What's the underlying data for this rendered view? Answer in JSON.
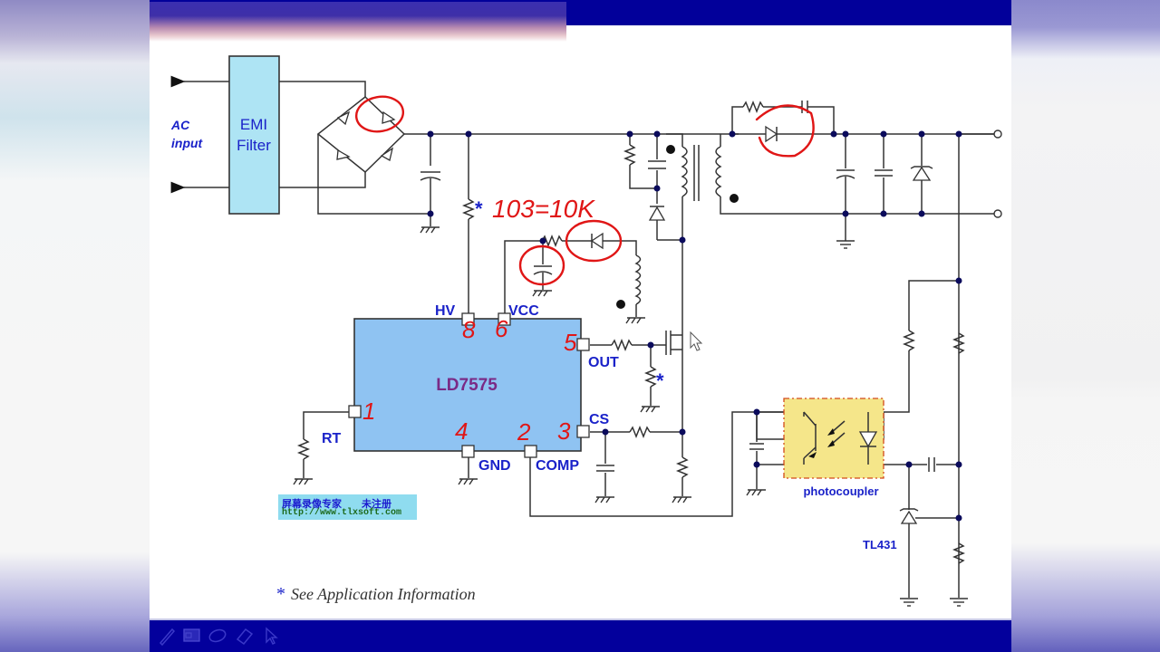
{
  "slide": {
    "colors": {
      "title_bar": "#02009a",
      "ic_fill": "#8fc3f2",
      "emi_fill": "#aee4f4",
      "photocoupler_fill": "#f5e68a",
      "wire": "#333333",
      "node": "#0b0b5c",
      "label_blue": "#1a22c9",
      "annotation_red": "#e01616",
      "ic_label": "#7a2a86"
    },
    "labels": {
      "ac_input_1": "AC",
      "ac_input_2": "input",
      "emi_filter_1": "EMI",
      "emi_filter_2": "Filter",
      "ic_name": "LD7575",
      "pin_hv": "HV",
      "pin_vcc": "VCC",
      "pin_out": "OUT",
      "pin_cs": "CS",
      "pin_rt": "RT",
      "pin_gnd": "GND",
      "pin_comp": "COMP",
      "photocoupler": "photocoupler",
      "tl431": "TL431",
      "asterisk": "*"
    },
    "handwritten": {
      "pin1": "1",
      "pin2": "2",
      "pin3": "3",
      "pin4": "4",
      "pin5": "5",
      "pin6": "6",
      "pin8": "8",
      "resistor_note": "103=10K"
    },
    "footnote": {
      "star": "*",
      "text": "See Application Information"
    },
    "watermark": {
      "line1_left": "屏幕录像专家",
      "line1_right": "未注册",
      "line2": "http://www.tlxsoft.com"
    }
  },
  "toolbar": {
    "tools": [
      {
        "name": "pen-tool",
        "icon": "pen-icon"
      },
      {
        "name": "screen-tool",
        "icon": "screen-icon"
      },
      {
        "name": "lasso-tool",
        "icon": "lasso-icon"
      },
      {
        "name": "eraser-tool",
        "icon": "eraser-icon"
      },
      {
        "name": "pointer-tool",
        "icon": "pointer-icon"
      }
    ]
  }
}
